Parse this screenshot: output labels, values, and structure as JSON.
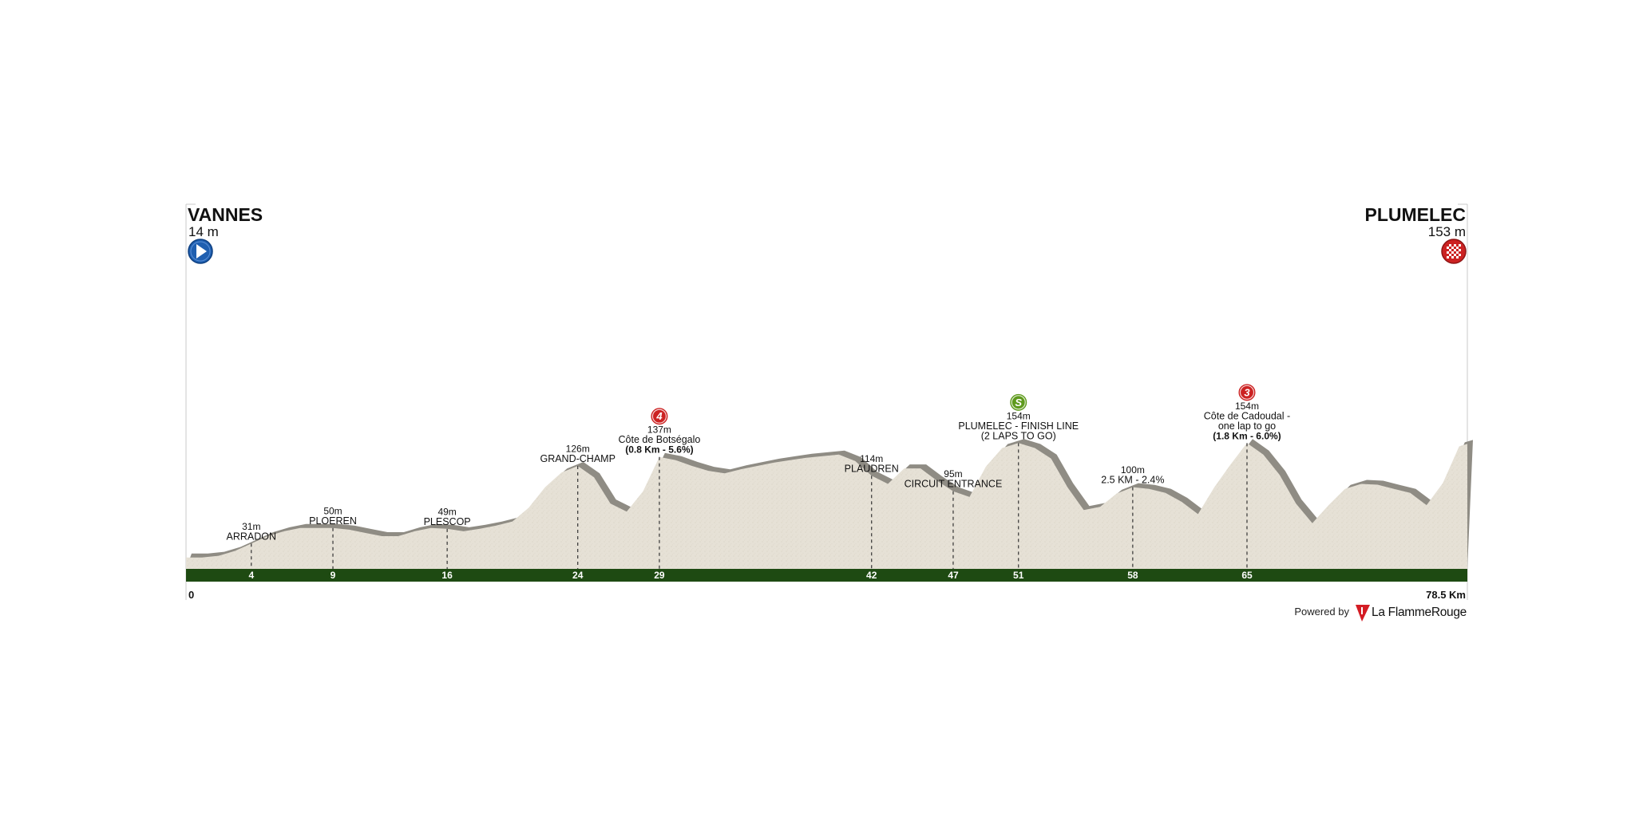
{
  "chart_data": {
    "type": "area",
    "title": "",
    "xlabel": "",
    "ylabel": "",
    "xlim": [
      0,
      78.5
    ],
    "ylim": [
      0,
      420
    ],
    "start": {
      "name": "VANNES",
      "altitude": "14 m"
    },
    "finish": {
      "name": "PLUMELEC",
      "altitude": "153 m"
    },
    "axis_start_label": "0",
    "axis_end_label": "78.5 Km",
    "profile": {
      "x": [
        0,
        1,
        2,
        3,
        4,
        5,
        6,
        7,
        8,
        9,
        10,
        11,
        12,
        13,
        14,
        15,
        16,
        17,
        18,
        19,
        20,
        21,
        22,
        23,
        24,
        25,
        26,
        27,
        28,
        29,
        30,
        31,
        32,
        33,
        34,
        35,
        36,
        37,
        38,
        39,
        40,
        41,
        42,
        43,
        44,
        45,
        46,
        47,
        48,
        49,
        50,
        51,
        52,
        53,
        54,
        55,
        56,
        57,
        58,
        59,
        60,
        61,
        62,
        63,
        64,
        65,
        66,
        67,
        68,
        69,
        70,
        71,
        72,
        73,
        74,
        75,
        76,
        77,
        78,
        78.5
      ],
      "y": [
        14,
        14,
        16,
        22,
        31,
        40,
        46,
        50,
        50,
        50,
        48,
        44,
        40,
        40,
        46,
        50,
        49,
        46,
        49,
        53,
        58,
        75,
        100,
        118,
        126,
        112,
        80,
        70,
        95,
        137,
        133,
        126,
        120,
        117,
        122,
        126,
        130,
        133,
        136,
        138,
        140,
        132,
        114,
        104,
        123,
        123,
        108,
        95,
        88,
        125,
        148,
        154,
        148,
        135,
        100,
        72,
        76,
        92,
        100,
        98,
        93,
        82,
        67,
        100,
        128,
        154,
        140,
        115,
        80,
        56,
        78,
        98,
        104,
        103,
        98,
        93,
        78,
        105,
        150,
        153
      ]
    },
    "km_markers": [
      4,
      9,
      16,
      24,
      29,
      42,
      47,
      51,
      58,
      65
    ],
    "waypoints": [
      {
        "km": 4,
        "alt": "31m",
        "lines": [
          "ARRADON"
        ],
        "detail": ""
      },
      {
        "km": 9,
        "alt": "50m",
        "lines": [
          "PLOEREN"
        ],
        "detail": ""
      },
      {
        "km": 16,
        "alt": "49m",
        "lines": [
          "PLESCOP"
        ],
        "detail": ""
      },
      {
        "km": 24,
        "alt": "126m",
        "lines": [
          "GRAND-CHAMP"
        ],
        "detail": ""
      },
      {
        "km": 29,
        "alt": "137m",
        "lines": [
          "Côte de Botségalo"
        ],
        "detail": "(0.8 Km - 5.6%)",
        "badge": "4",
        "badge_color": "#cc2222"
      },
      {
        "km": 42,
        "alt": "114m",
        "lines": [
          "PLAUDREN"
        ],
        "detail": ""
      },
      {
        "km": 47,
        "alt": "95m",
        "lines": [
          "CIRCUIT ENTRANCE"
        ],
        "detail": ""
      },
      {
        "km": 51,
        "alt": "154m",
        "lines": [
          "PLUMELEC - FINISH LINE",
          "(2 LAPS TO GO)"
        ],
        "detail": "",
        "badge": "S",
        "badge_color": "#5e9a1c"
      },
      {
        "km": 58,
        "alt": "100m",
        "lines": [
          "2.5 KM - 2.4%"
        ],
        "detail": ""
      },
      {
        "km": 65,
        "alt": "154m",
        "lines": [
          "Côte de Cadoudal -",
          "one lap to go"
        ],
        "detail": "(1.8 Km - 6.0%)",
        "badge": "3",
        "badge_color": "#cc2222"
      }
    ]
  },
  "footer": {
    "powered_by": "Powered by",
    "brand": "La FlammeRouge"
  },
  "colors": {
    "terrain": "#e6e1d6",
    "terrain_shadow": "#8f8c84",
    "axis_band": "#1e4a12",
    "start_icon": "#1f5fb0",
    "finish_icon": "#cc2222",
    "frame": "#c8c8c8"
  }
}
